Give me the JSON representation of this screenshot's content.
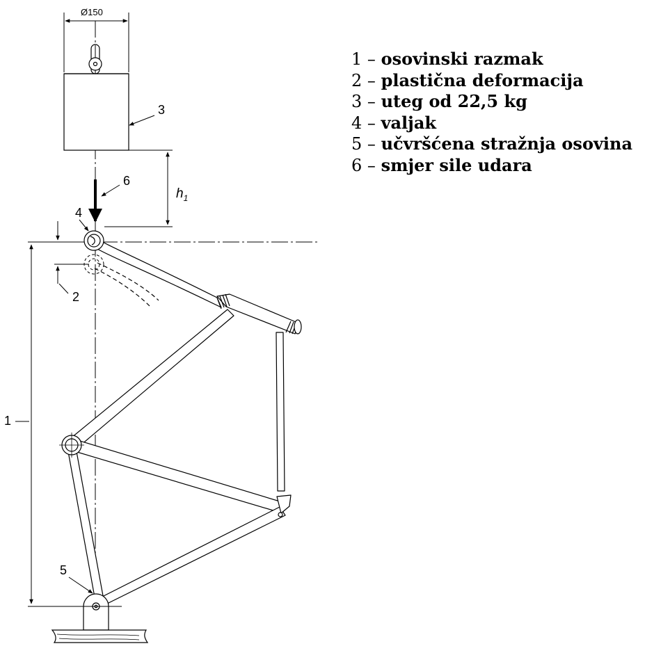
{
  "diagram": {
    "dimension_diameter": "Ø150",
    "dimension_height": "h",
    "dimension_height_sub": "1",
    "callouts": [
      {
        "id": "1"
      },
      {
        "id": "2"
      },
      {
        "id": "3"
      },
      {
        "id": "4"
      },
      {
        "id": "5"
      },
      {
        "id": "6"
      }
    ]
  },
  "legend": {
    "separator": "–",
    "items": [
      {
        "num": "1",
        "text": "osovinski razmak"
      },
      {
        "num": "2",
        "text": "plastična deformacija"
      },
      {
        "num": "3",
        "text": "uteg od 22,5 kg"
      },
      {
        "num": "4",
        "text": "valjak"
      },
      {
        "num": "5",
        "text": "učvršćena stražnja osovina"
      },
      {
        "num": "6",
        "text": "smjer sile udara"
      }
    ]
  }
}
